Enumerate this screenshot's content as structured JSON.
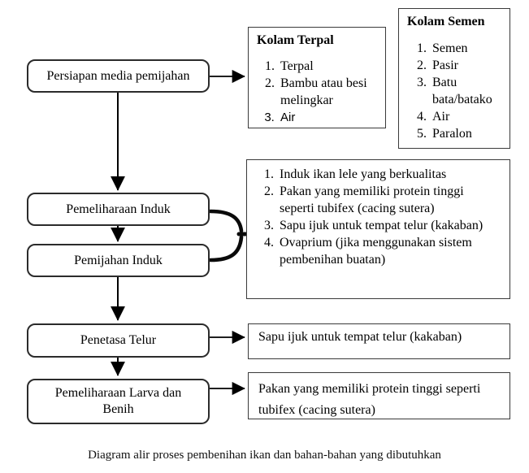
{
  "flow": {
    "step1": "Persiapan media pemijahan",
    "step2": "Pemeliharaan Induk",
    "step3": "Pemijahan Induk",
    "step4": "Penetasa Telur",
    "step5": "Pemeliharaan Larva dan Benih"
  },
  "kolam_terpal": {
    "title": "Kolam Terpal",
    "items": [
      "Terpal",
      "Bambu atau besi melingkar",
      "Air"
    ]
  },
  "kolam_semen": {
    "title": "Kolam Semen",
    "items": [
      "Semen",
      "Pasir",
      "Batu bata/batako",
      "Air",
      "Paralon"
    ]
  },
  "induk_materials": {
    "items": [
      "Induk ikan lele yang berkualitas",
      "Pakan yang memiliki protein tinggi seperti tubifex (cacing sutera)",
      "Sapu ijuk untuk tempat telur (kakaban)",
      "Ovaprium (jika menggunakan sistem pembenihan buatan)"
    ]
  },
  "penetasan_material": "Sapu ijuk untuk tempat telur (kakaban)",
  "larva_material": "Pakan yang memiliki protein tinggi seperti tubifex (cacing sutera)",
  "caption": "Diagram alir proses pembenihan ikan dan bahan-bahan yang dibutuhkan",
  "colors": {
    "line": "#000000",
    "border": "#2b2b2b",
    "background": "#ffffff",
    "text": "#000000"
  }
}
